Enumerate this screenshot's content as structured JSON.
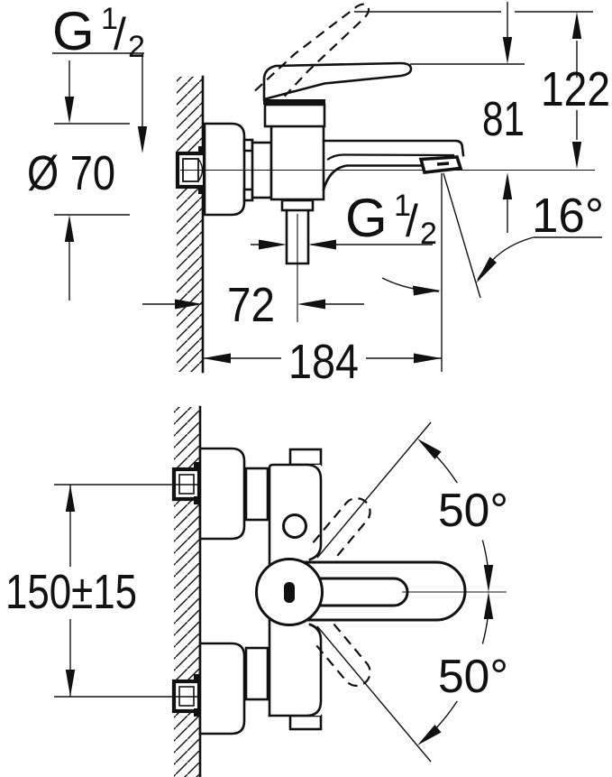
{
  "labels": {
    "thread": {
      "base": "G",
      "numerator": "1",
      "slash": "/",
      "denominator": "2"
    },
    "top_view": {
      "escutcheon_diameter": "Ø 70",
      "height_to_lever": "122",
      "height_to_spout": "81",
      "spout_angle": "16°",
      "shower_offset": "72",
      "spout_reach": "184"
    },
    "front_view": {
      "connection_spacing": "150±15",
      "lever_swing_upper": "50°",
      "lever_swing_lower": "50°"
    }
  },
  "colors": {
    "line": "#111111",
    "background": "#ffffff"
  }
}
